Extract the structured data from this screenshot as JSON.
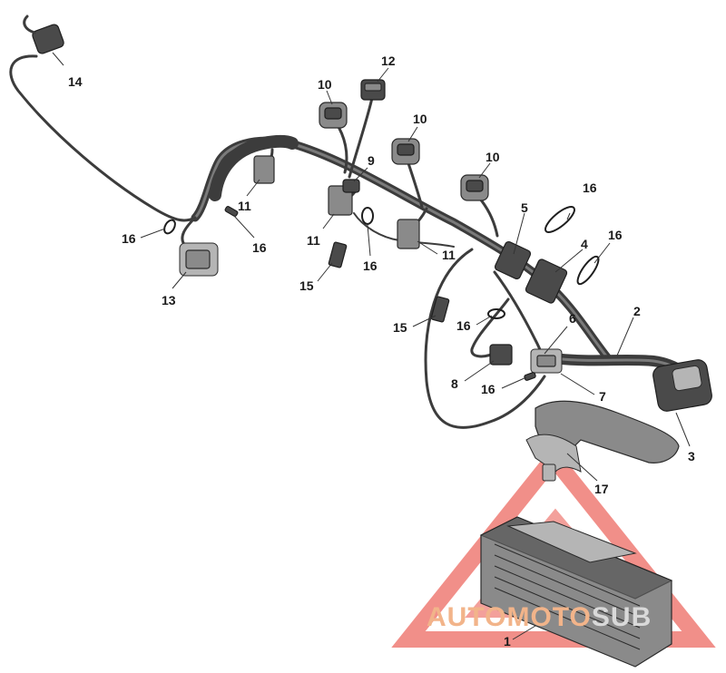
{
  "callouts": {
    "c1": "1",
    "c2": "2",
    "c3": "3",
    "c4": "4",
    "c5": "5",
    "c6": "6",
    "c7": "7",
    "c8": "8",
    "c9": "9",
    "c10a": "10",
    "c10b": "10",
    "c10c": "10",
    "c11a": "11",
    "c11b": "11",
    "c11c": "11",
    "c12": "12",
    "c13": "13",
    "c14": "14",
    "c15a": "15",
    "c15b": "15",
    "c16a": "16",
    "c16b": "16",
    "c16c": "16",
    "c16d": "16",
    "c16e": "16",
    "c16f": "16",
    "c16g": "16",
    "c17": "17"
  },
  "watermark": {
    "text_part1": "AUTOMOTO",
    "text_part2": "SUB",
    "color_main": "#e8443b",
    "color_text": "#f2b48a",
    "color_text2": "#d9d9d9"
  }
}
